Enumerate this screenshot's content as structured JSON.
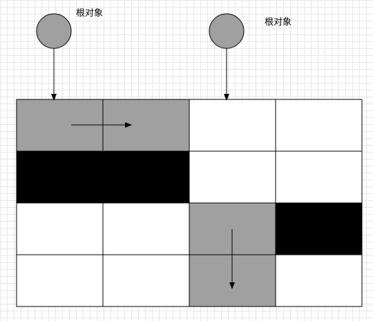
{
  "roots": [
    {
      "label": "根对象"
    },
    {
      "label": "根对象"
    }
  ],
  "grid": {
    "rows": 4,
    "cols": 4,
    "fills": [
      [
        "gray",
        "gray",
        "white",
        "white"
      ],
      [
        "black",
        "black",
        "white",
        "white"
      ],
      [
        "white",
        "white",
        "gray",
        "black"
      ],
      [
        "white",
        "white",
        "gray",
        "white"
      ]
    ]
  },
  "colors": {
    "gray": "#a0a0a0",
    "black": "#000000",
    "white": "#ffffff",
    "stroke": "#000000"
  }
}
